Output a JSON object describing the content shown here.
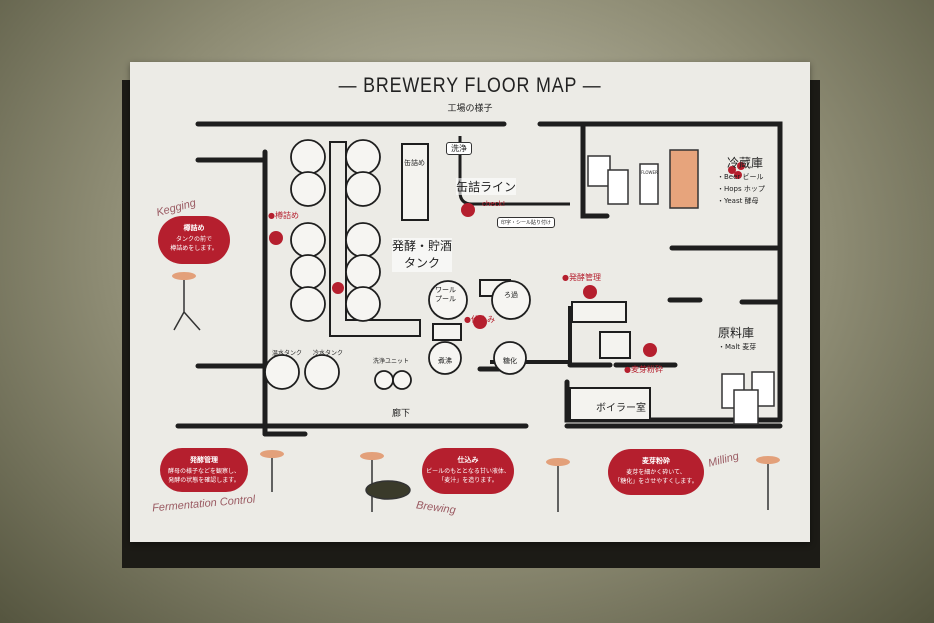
{
  "header": {
    "title": "— BREWERY FLOOR MAP —",
    "subtitle": "工場の様子"
  },
  "canning": {
    "wash": "洗浄",
    "canning": "缶詰め",
    "line": "缶詰ライン",
    "check": "check!",
    "print": "印字・シール貼り付け"
  },
  "fridge": {
    "title": "冷蔵庫",
    "items": [
      "・Beer ビール",
      "・Hops ホップ",
      "・Yeast 酵母"
    ],
    "can_label": "FLOWER"
  },
  "kegging": {
    "script": "Kegging",
    "bubble_title": "樽詰め",
    "bubble_text": [
      "タンクの前で",
      "樽詰めをします。"
    ],
    "marker": "●樽詰め"
  },
  "tanks": {
    "label": [
      "発酵・貯酒",
      "タンク"
    ]
  },
  "brewhouse": {
    "whirlpool": [
      "ワール",
      "プール"
    ],
    "filter": "ろ過",
    "brewing": "●仕込み",
    "boil": "煮沸",
    "mash": "糖化"
  },
  "control": {
    "fermentation": "●発酵管理",
    "milling": "●麦芽粉砕"
  },
  "storage": {
    "title": "原料庫",
    "item": "・Malt 麦芽"
  },
  "rooms": {
    "boiler": "ボイラー室",
    "hot_tank": "温水タンク",
    "cold_tank": "冷水タンク",
    "wash_unit": "洗浄ユニット",
    "corridor": "廊下"
  },
  "bottom": [
    {
      "title": "発酵管理",
      "text": [
        "酵母の様子などを観察し、",
        "発酵の状態を確認します。"
      ],
      "script": "Fermentation Control"
    },
    {
      "title": "仕込み",
      "text": [
        "ビールのもととなる甘い液体、",
        "「麦汁」を造ります。"
      ],
      "script": "Brewing"
    },
    {
      "title": "麦芽粉砕",
      "text": [
        "麦芽を細かく砕いて、",
        "「糖化」をさせやすくします。"
      ],
      "script": "Milling"
    }
  ],
  "colors": {
    "accent": "#b51f2e",
    "board": "#ecebe6",
    "wall": "#222222"
  }
}
